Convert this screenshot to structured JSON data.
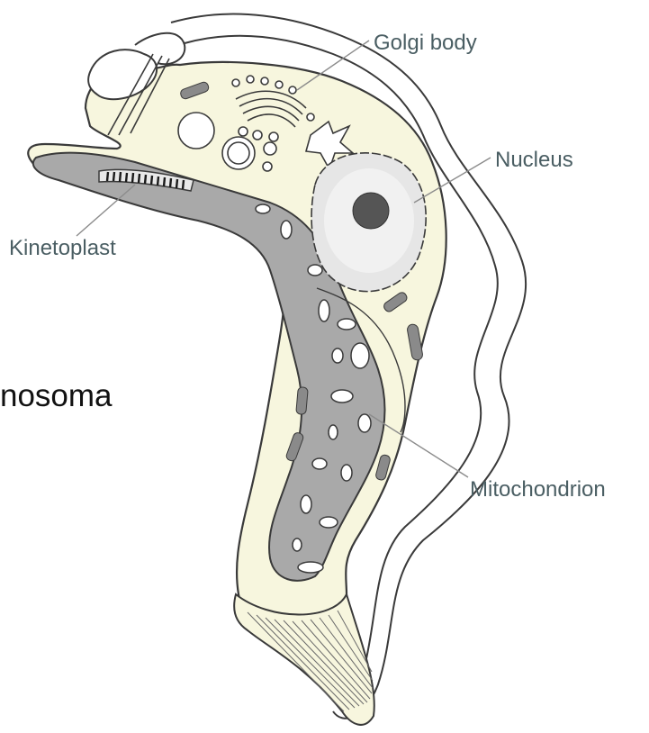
{
  "diagram": {
    "labels": {
      "golgi": "Golgi body",
      "nucleus": "Nucleus",
      "kinetoplast": "Kinetoplast",
      "mitochondrion": "Mitochondrion"
    },
    "partial_title": "nosoma"
  },
  "colors": {
    "cell_fill": "#f7f6de",
    "outline": "#3a3a3a",
    "mitochondrion_fill": "#a9a9a9",
    "organelle_fill": "#8a8a8a",
    "nucleus_fill": "#e6e6e6",
    "nucleolus_fill": "#555555",
    "label_text": "#4a5e63",
    "leader_line": "#8c8c8c"
  }
}
